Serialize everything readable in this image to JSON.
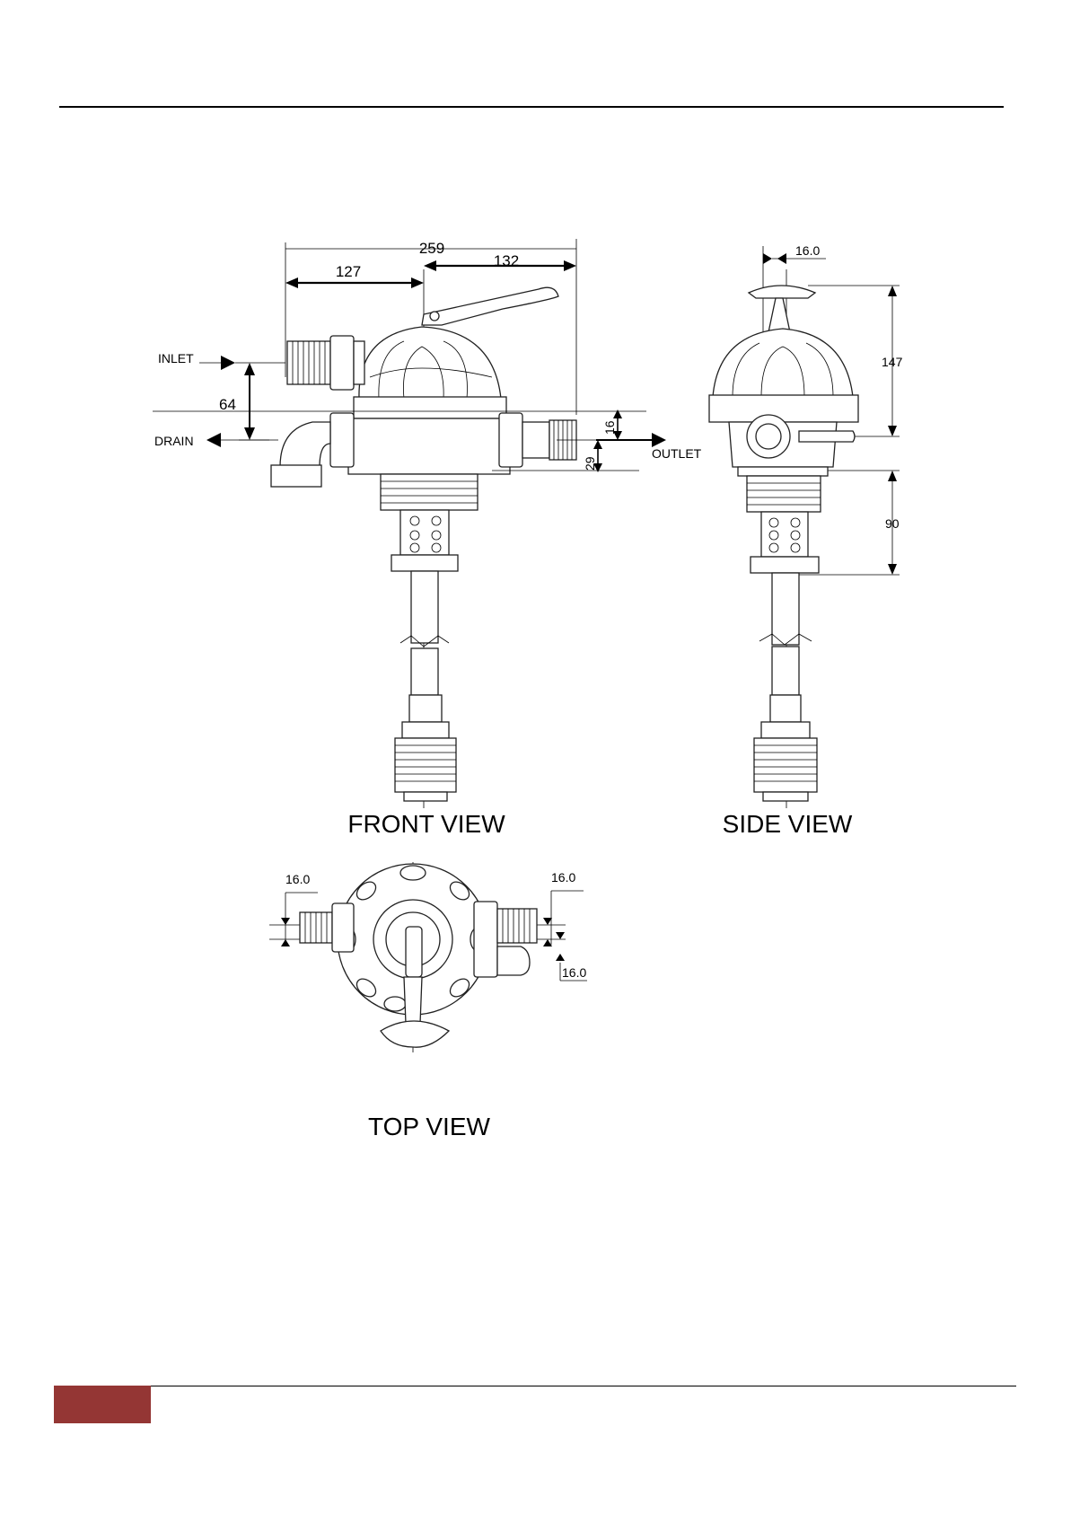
{
  "page": {
    "accent_color": "#943634"
  },
  "front_view": {
    "title": "FRONT VIEW",
    "labels": {
      "inlet": "INLET",
      "drain": "DRAIN",
      "outlet": "OUTLET"
    },
    "dimensions": {
      "overall_width": "259",
      "left_width": "127",
      "right_width": "132",
      "inlet_drain_spacing": "64",
      "outlet_upper": "16",
      "outlet_lower": "29"
    }
  },
  "side_view": {
    "title": "SIDE VIEW",
    "dimensions": {
      "handle_offset": "16.0",
      "top_height": "147",
      "thread_height": "90"
    }
  },
  "top_view": {
    "title": "TOP VIEW",
    "dimensions": {
      "left_port": "16.0",
      "right_port_upper": "16.0",
      "right_port_lower": "16.0"
    }
  }
}
